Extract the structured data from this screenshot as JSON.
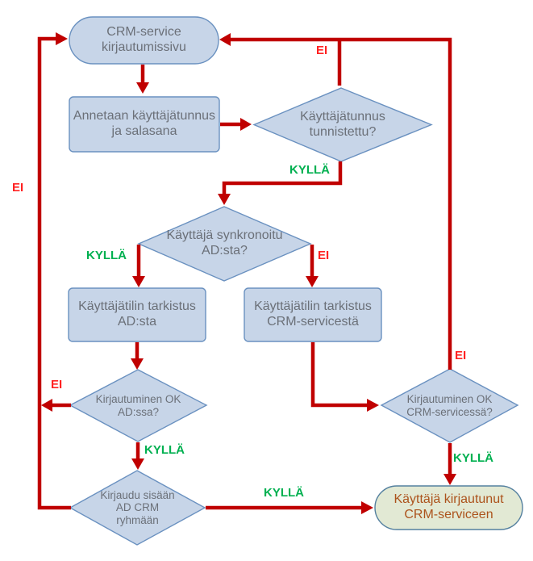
{
  "diagram_language": "fi",
  "colors": {
    "node_fill": "#c7d5e8",
    "node_border": "#6a91c0",
    "node_text": "#6b7078",
    "end_node_fill": "#e2e9d4",
    "end_node_border": "#54809f",
    "end_node_text": "#ac531c",
    "connector": "#c00000",
    "label_no": "#ff2222",
    "label_yes": "#00b050",
    "background": "#ffffff"
  },
  "nodes": [
    {
      "id": "crm-login-page",
      "type": "terminator",
      "label": "CRM-service\nkirjautumissivu"
    },
    {
      "id": "enter-credentials",
      "type": "process",
      "label": "Annetaan käyttäjätunnus\nja salasana"
    },
    {
      "id": "username-recognized",
      "type": "decision",
      "label": "Käyttäjätunnus\ntunnistettu?"
    },
    {
      "id": "user-synced-from-ad",
      "type": "decision",
      "label": "Käyttäjä synkronoitu\nAD:sta?"
    },
    {
      "id": "account-check-ad",
      "type": "process",
      "label": "Käyttäjätilin tarkistus\nAD:sta"
    },
    {
      "id": "account-check-crm",
      "type": "process",
      "label": "Käyttäjätilin tarkistus\nCRM-servicestä"
    },
    {
      "id": "login-ok-ad",
      "type": "decision",
      "label": "Kirjautuminen OK\nAD:ssa?"
    },
    {
      "id": "login-ok-crm",
      "type": "decision",
      "label": "Kirjautuminen OK\nCRM-servicessä?"
    },
    {
      "id": "login-ad-crm-group",
      "type": "decision",
      "label": "Kirjaudu sisään\nAD CRM\nryhmään"
    },
    {
      "id": "logged-in",
      "type": "terminator",
      "label": "Käyttäjä kirjautunut\nCRM-serviceen"
    }
  ],
  "edges": [
    {
      "from": "crm-login-page",
      "to": "enter-credentials"
    },
    {
      "from": "enter-credentials",
      "to": "username-recognized"
    },
    {
      "from": "username-recognized",
      "to": "crm-login-page",
      "label": "EI"
    },
    {
      "from": "username-recognized",
      "to": "user-synced-from-ad",
      "label": "KYLLÄ"
    },
    {
      "from": "user-synced-from-ad",
      "to": "account-check-ad",
      "label": "KYLLÄ"
    },
    {
      "from": "user-synced-from-ad",
      "to": "account-check-crm",
      "label": "EI"
    },
    {
      "from": "account-check-ad",
      "to": "login-ok-ad"
    },
    {
      "from": "account-check-crm",
      "to": "login-ok-crm"
    },
    {
      "from": "login-ok-ad",
      "to": "crm-login-page",
      "label": "EI"
    },
    {
      "from": "login-ok-ad",
      "to": "login-ad-crm-group",
      "label": "KYLLÄ"
    },
    {
      "from": "login-ok-crm",
      "to": "crm-login-page",
      "label": "EI"
    },
    {
      "from": "login-ok-crm",
      "to": "logged-in",
      "label": "KYLLÄ"
    },
    {
      "from": "login-ad-crm-group",
      "to": "logged-in",
      "label": "KYLLÄ"
    },
    {
      "from": "login-ad-crm-group",
      "to": "crm-login-page",
      "label": "EI"
    }
  ]
}
